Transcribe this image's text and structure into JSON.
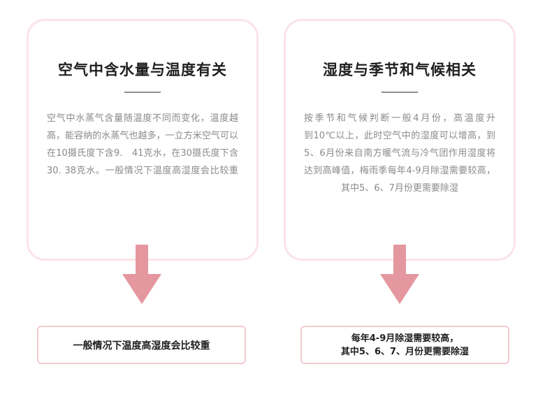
{
  "colors": {
    "card_border": "#fbe3e6",
    "arrow": "#e4979e",
    "result_border": "#f4c9ce",
    "title_text": "#1f1f1f",
    "body_text": "#8a8a8a"
  },
  "left_card": {
    "title": "空气中含水量与温度有关",
    "body_lines": [
      "空气中水蒸气含量随温度不同而变化，温度越",
      "高，能容纳的水蒸气也越多，一立方米空气可以",
      "在10摄氏度下含9.　41克水，在30摄氏度下含",
      "30. 38克水。一般情况下温度高湿度会比较重"
    ]
  },
  "right_card": {
    "title": "湿度与季节和气候相关",
    "body_lines": [
      "按季节和气候判断一般4月份，高温度升",
      "到10℃以上，此时空气中的湿度可以增高，到",
      "5、6月份来自南方暖气流与冷气团作用湿度将",
      "达到高峰值，梅雨季每年4-9月除湿需要较高，",
      "其中5、6、7月份更需要除湿"
    ]
  },
  "left_result": {
    "text": "一般情况下温度高湿度会比较重"
  },
  "right_result": {
    "line1": "每年4-9月除湿需要较高，",
    "line2": "其中5、6、7、月份更需要除湿"
  }
}
